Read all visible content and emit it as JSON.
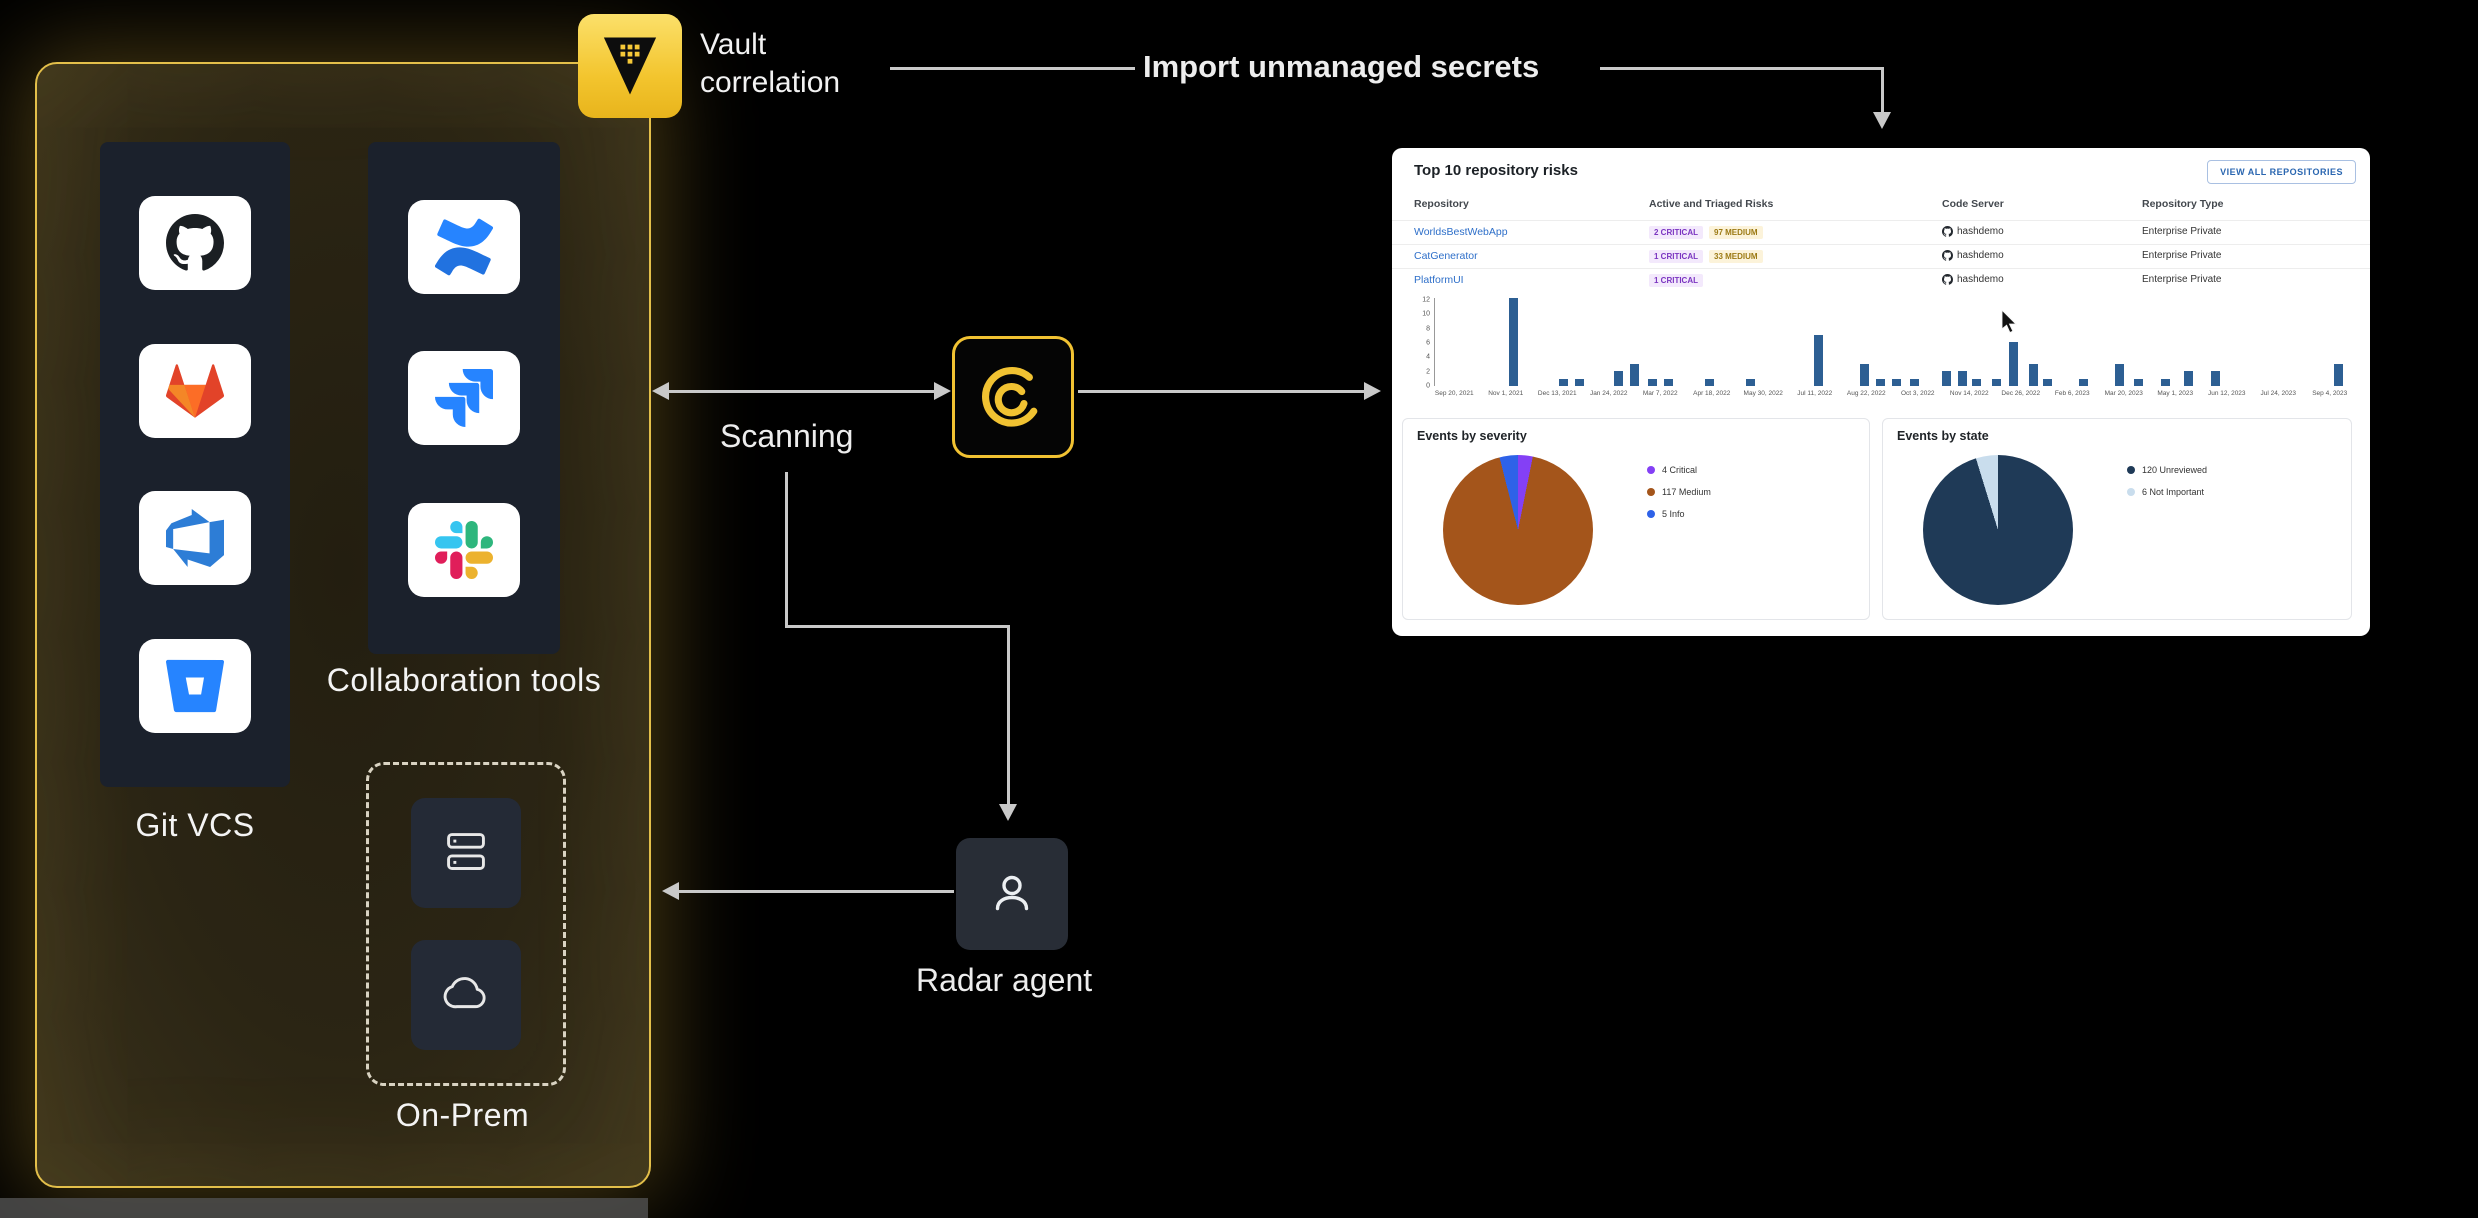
{
  "nodes": {
    "vault": {
      "lines": [
        "Vault",
        "correlation"
      ]
    },
    "import_label": "Import unmanaged secrets",
    "scanning_label": "Scanning",
    "radar_label": "Radar agent"
  },
  "left_panel": {
    "git_vcs_label": "Git VCS",
    "git_vcs_items": [
      "github",
      "gitlab",
      "azure-devops",
      "bitbucket"
    ],
    "collab_label": "Collaboration tools",
    "collab_items": [
      "confluence",
      "jira",
      "slack"
    ],
    "onprem_label": "On-Prem",
    "onprem_items": [
      "server",
      "cloud"
    ]
  },
  "dashboard": {
    "title": "Top 10 repository risks",
    "view_all_button": "VIEW ALL REPOSITORIES",
    "table": {
      "columns": [
        "Repository",
        "Active and Triaged Risks",
        "Code Server",
        "Repository Type"
      ],
      "rows": [
        {
          "repository": "WorldsBestWebApp",
          "badges": [
            {
              "text": "2 CRITICAL",
              "kind": "critical"
            },
            {
              "text": "97 MEDIUM",
              "kind": "medium"
            }
          ],
          "code_server": "hashdemo",
          "repo_type": "Enterprise Private"
        },
        {
          "repository": "CatGenerator",
          "badges": [
            {
              "text": "1 CRITICAL",
              "kind": "critical"
            },
            {
              "text": "33 MEDIUM",
              "kind": "medium"
            }
          ],
          "code_server": "hashdemo",
          "repo_type": "Enterprise Private"
        },
        {
          "repository": "PlatformUI",
          "badges": [
            {
              "text": "1 CRITICAL",
              "kind": "critical"
            }
          ],
          "code_server": "hashdemo",
          "repo_type": "Enterprise Private"
        }
      ]
    }
  },
  "chart_data": [
    {
      "type": "bar",
      "title": "",
      "xlabel": "",
      "ylabel": "",
      "ylim": [
        0,
        12
      ],
      "y_ticks": [
        0,
        2,
        4,
        6,
        8,
        10,
        12
      ],
      "bar_color": "#2d5f93",
      "x_tick_labels": [
        "Sep 20, 2021",
        "Nov 1, 2021",
        "Dec 13, 2021",
        "Jan 24, 2022",
        "Mar 7, 2022",
        "Apr 18, 2022",
        "May 30, 2022",
        "Jul 11, 2022",
        "Aug 22, 2022",
        "Oct 3, 2022",
        "Nov 14, 2022",
        "Dec 26, 2022",
        "Feb 6, 2023",
        "Mar 20, 2023",
        "May 1, 2023",
        "Jun 12, 2023",
        "Jul 24, 2023",
        "Sep 4, 2023"
      ],
      "bars": [
        {
          "pos_pct": 8.0,
          "value": 12
        },
        {
          "pos_pct": 13.5,
          "value": 1
        },
        {
          "pos_pct": 15.2,
          "value": 1
        },
        {
          "pos_pct": 19.5,
          "value": 2
        },
        {
          "pos_pct": 21.3,
          "value": 3
        },
        {
          "pos_pct": 23.2,
          "value": 1
        },
        {
          "pos_pct": 25.0,
          "value": 1
        },
        {
          "pos_pct": 29.5,
          "value": 1
        },
        {
          "pos_pct": 34.0,
          "value": 1
        },
        {
          "pos_pct": 41.5,
          "value": 7
        },
        {
          "pos_pct": 46.5,
          "value": 3
        },
        {
          "pos_pct": 48.3,
          "value": 1
        },
        {
          "pos_pct": 50.0,
          "value": 1
        },
        {
          "pos_pct": 52.0,
          "value": 1
        },
        {
          "pos_pct": 55.5,
          "value": 2
        },
        {
          "pos_pct": 57.2,
          "value": 2
        },
        {
          "pos_pct": 58.8,
          "value": 1
        },
        {
          "pos_pct": 61.0,
          "value": 1
        },
        {
          "pos_pct": 62.8,
          "value": 6
        },
        {
          "pos_pct": 65.0,
          "value": 3
        },
        {
          "pos_pct": 66.6,
          "value": 1
        },
        {
          "pos_pct": 70.5,
          "value": 1
        },
        {
          "pos_pct": 74.5,
          "value": 3
        },
        {
          "pos_pct": 76.5,
          "value": 1
        },
        {
          "pos_pct": 79.5,
          "value": 1
        },
        {
          "pos_pct": 82.0,
          "value": 2
        },
        {
          "pos_pct": 85.0,
          "value": 2
        },
        {
          "pos_pct": 98.5,
          "value": 3
        }
      ]
    },
    {
      "type": "pie",
      "title": "Events by severity",
      "legend_position": "right",
      "slices": [
        {
          "label": "4 Critical",
          "value": 4,
          "color": "#8440f5"
        },
        {
          "label": "117 Medium",
          "value": 117,
          "color": "#a4551b"
        },
        {
          "label": "5 Info",
          "value": 5,
          "color": "#2e62e8"
        }
      ]
    },
    {
      "type": "pie",
      "title": "Events by state",
      "legend_position": "right",
      "slices": [
        {
          "label": "120 Unreviewed",
          "value": 120,
          "color": "#1f3a57"
        },
        {
          "label": "6 Not Important",
          "value": 6,
          "color": "#c9dded"
        }
      ]
    }
  ],
  "colors": {
    "accent_gold": "#f1c232",
    "box_border": "#e3bf4a",
    "arrow": "#c9c9c9",
    "link_blue": "#2e6fc9"
  }
}
